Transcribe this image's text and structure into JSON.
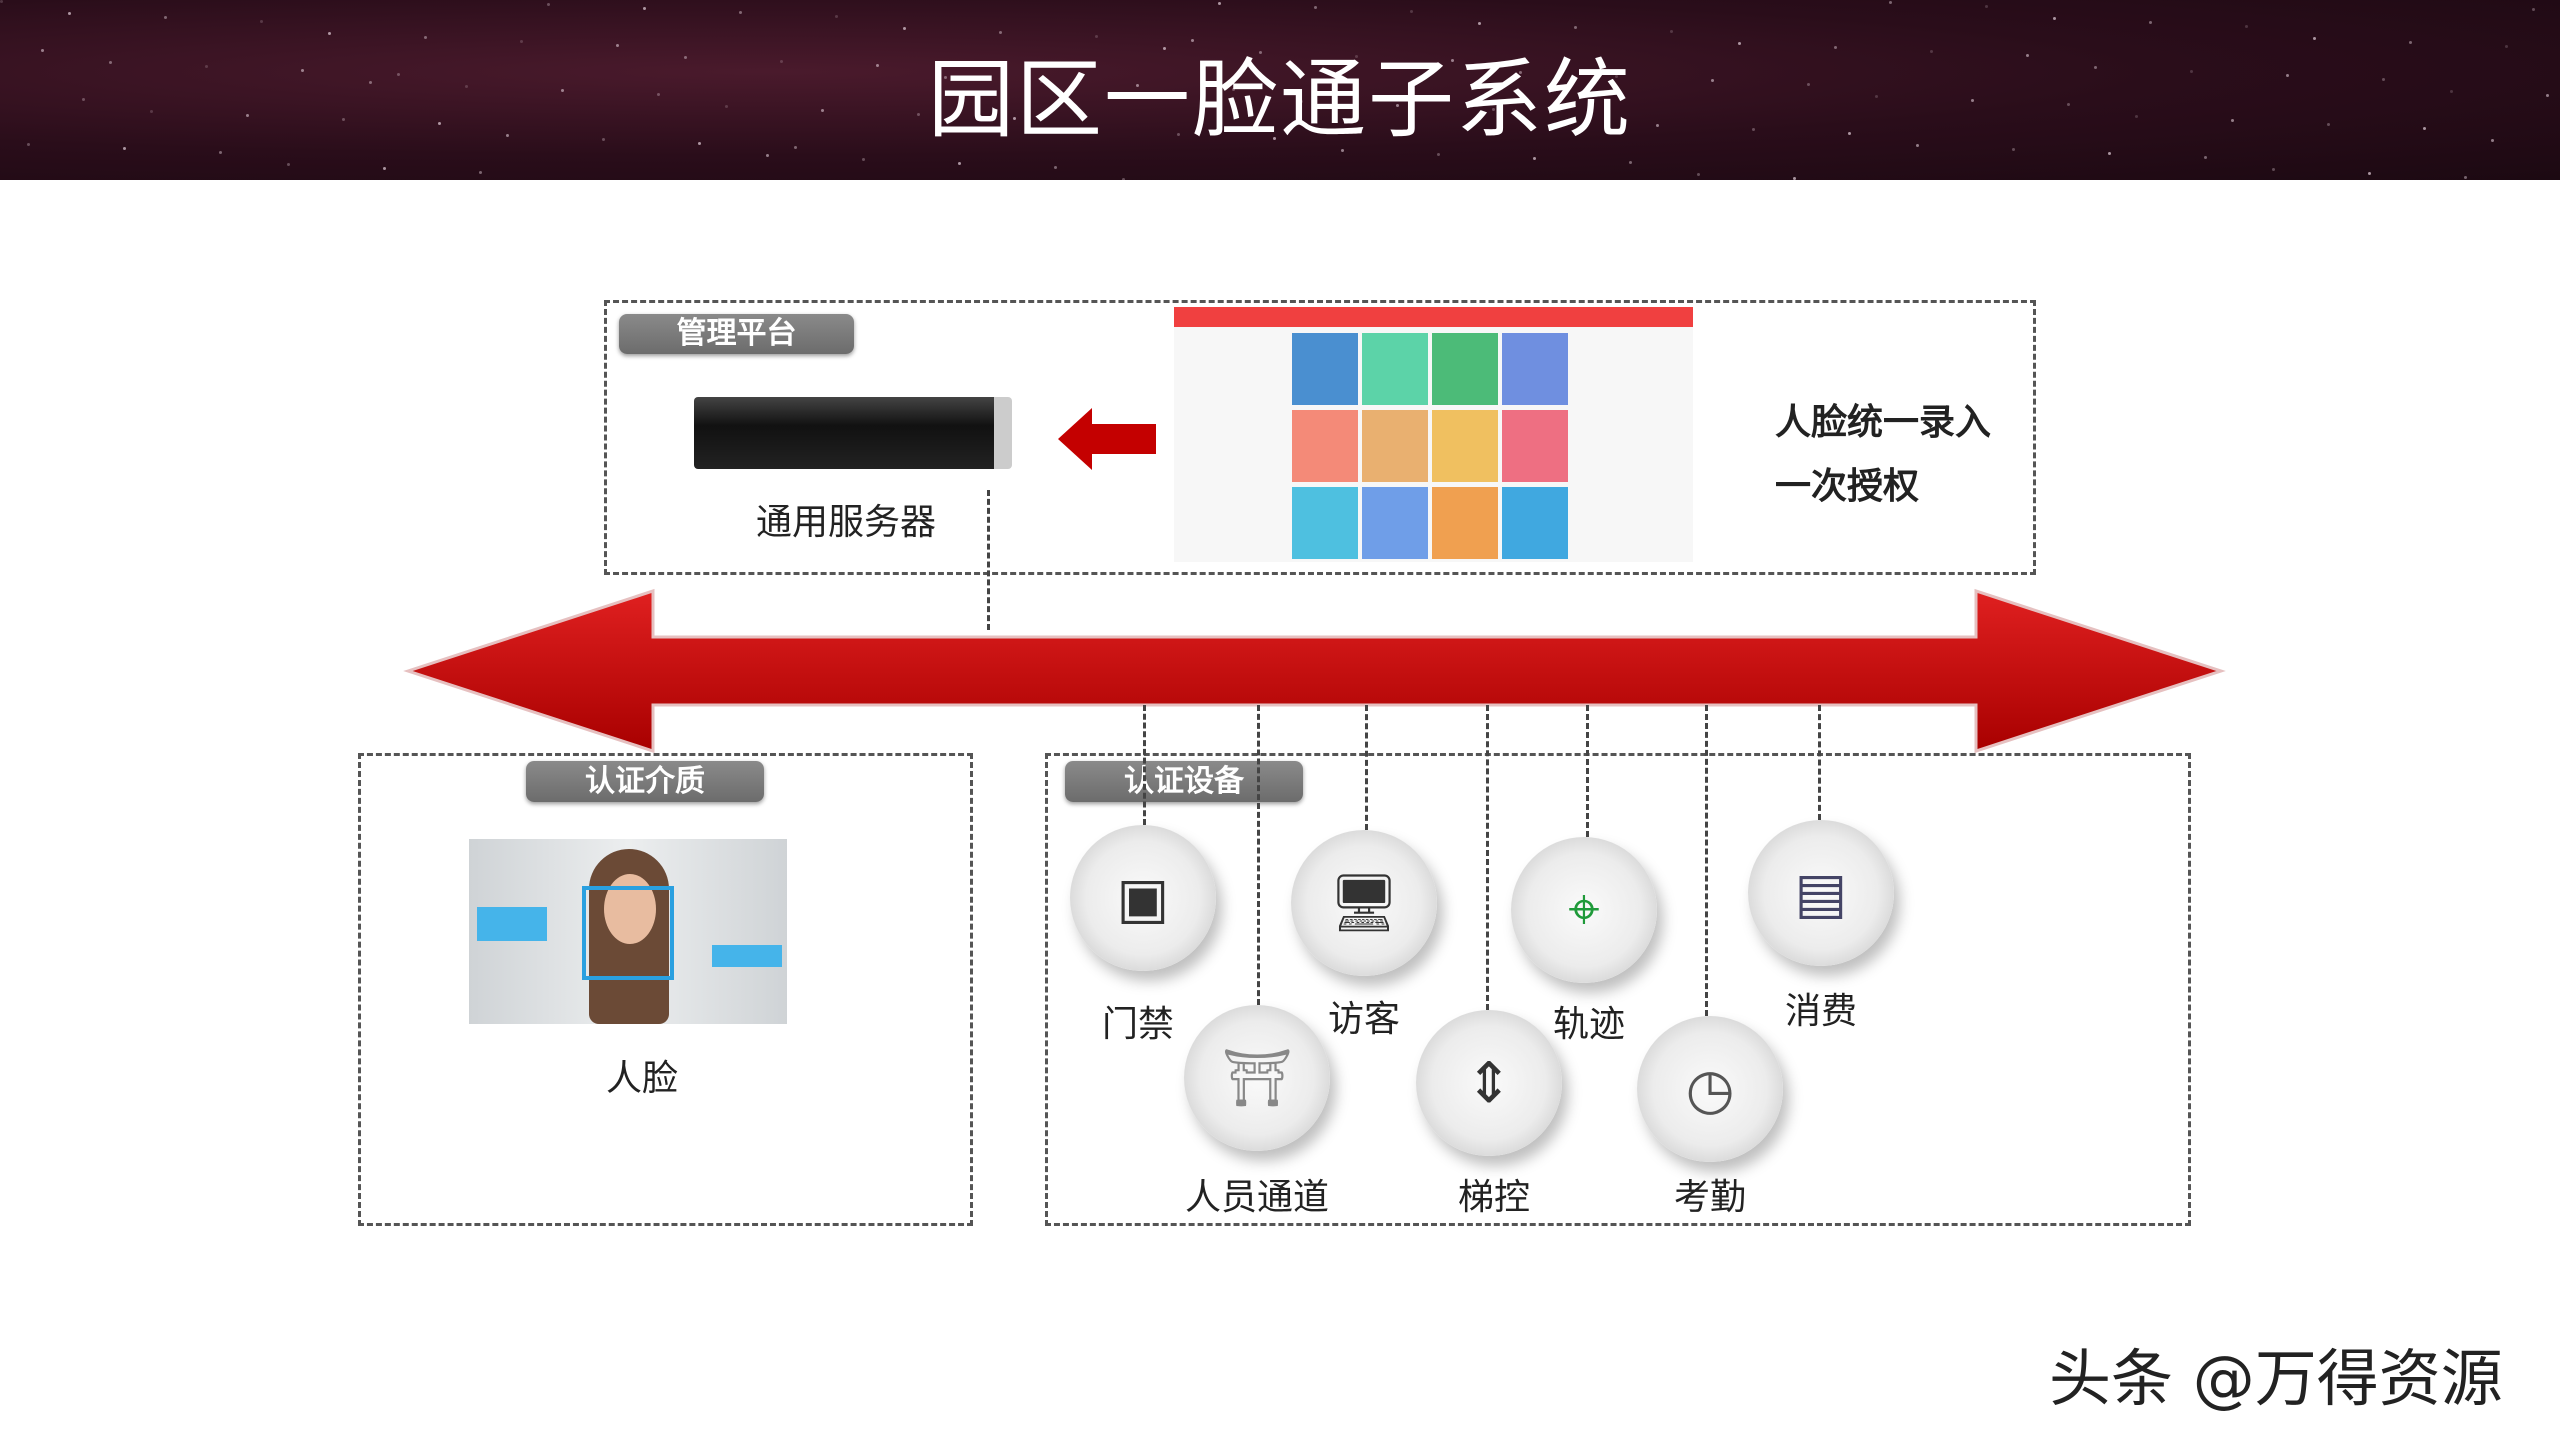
{
  "header": {
    "title": "园区一脸通子系统"
  },
  "platform": {
    "label": "管理平台",
    "server_caption": "通用服务器",
    "features": [
      "人脸统一录入",
      "一次授权"
    ]
  },
  "media": {
    "label": "认证介质",
    "items": [
      {
        "label": "人脸",
        "icon": "face-recognition-photo"
      }
    ]
  },
  "devices": {
    "label": "认证设备",
    "items": [
      {
        "label": "门禁",
        "icon": "access-terminal-icon"
      },
      {
        "label": "访客",
        "icon": "visitor-kiosk-icon"
      },
      {
        "label": "轨迹",
        "icon": "track-map-pin-icon"
      },
      {
        "label": "消费",
        "icon": "pos-terminal-icon"
      },
      {
        "label": "人员通道",
        "icon": "turnstile-gate-icon"
      },
      {
        "label": "梯控",
        "icon": "elevator-icon"
      },
      {
        "label": "考勤",
        "icon": "clock-icon"
      }
    ]
  },
  "watermark": "头条 @万得资源",
  "colors": {
    "arrow": "#c40000",
    "header_bg": "#2a0d1a",
    "dashboard_bar": "#f04040"
  }
}
